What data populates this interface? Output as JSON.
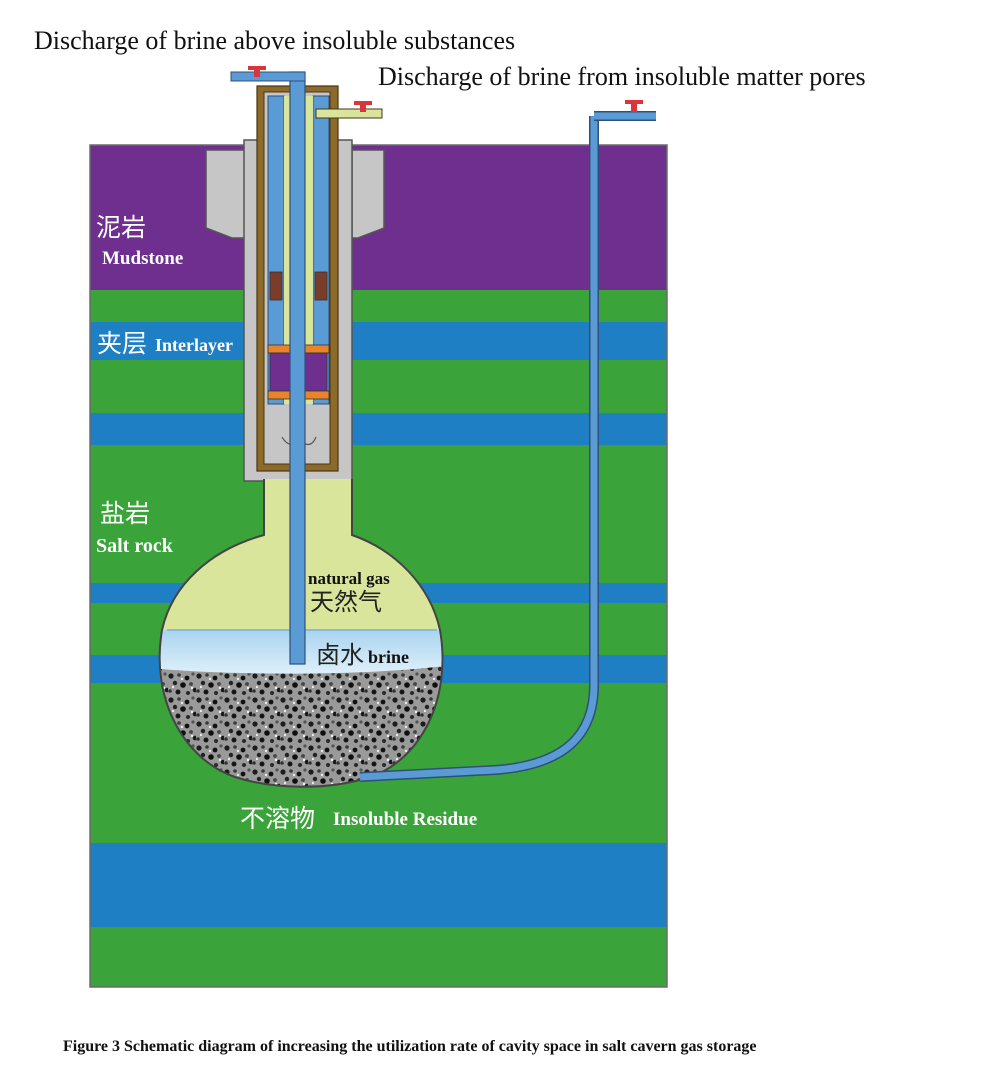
{
  "labels": {
    "outlet_above": "Discharge of brine above insoluble substances",
    "outlet_pores": "Discharge of brine from insoluble matter pores",
    "mudstone_cn": "泥岩",
    "mudstone_en": "Mudstone",
    "interlayer_cn": "夹层",
    "interlayer_en": "Interlayer",
    "saltrock_cn": "盐岩",
    "saltrock_en": "Salt rock",
    "gas_en": "natural gas",
    "gas_cn": "天然气",
    "brine_cn": "卤水",
    "brine_en": "brine",
    "residue_cn": "不溶物",
    "residue_en": "Insoluble Residue"
  },
  "caption": "Figure 3 Schematic diagram of increasing the utilization rate of cavity space in salt cavern gas storage",
  "colors": {
    "mudstone": "#6e2f8f",
    "salt_rock": "#3aa33a",
    "interlayer": "#1f7fc4",
    "gas": "#d8e59a",
    "brine": "#a9d4ef",
    "casing_gray": "#c6c6c6",
    "casing_brown": "#8b6a2a",
    "tubing": "#5b9bd5",
    "valve": "#d9353a"
  }
}
